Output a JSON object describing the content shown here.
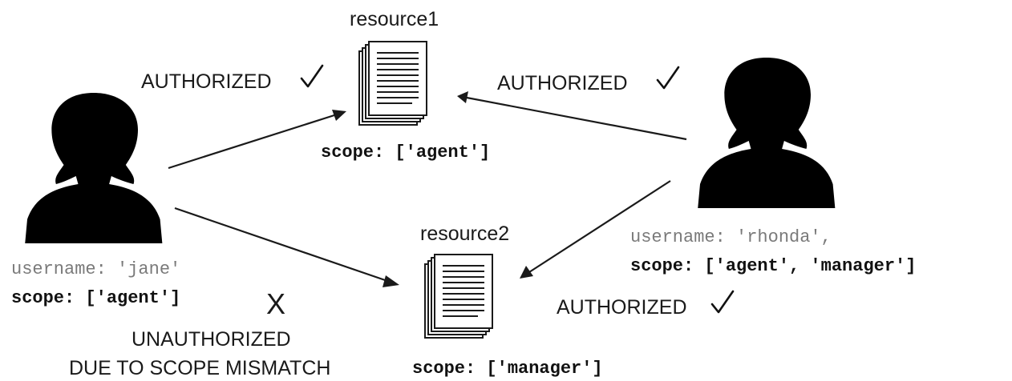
{
  "resource1": {
    "name": "resource1",
    "scope": "scope: ['agent']",
    "icon": "document-stack-icon"
  },
  "resource2": {
    "name": "resource2",
    "scope": "scope: ['manager']",
    "icon": "document-stack-icon"
  },
  "user_jane": {
    "icon": "user-silhouette-icon",
    "username": "username: 'jane'",
    "scope": "scope: ['agent']"
  },
  "user_rhonda": {
    "icon": "user-silhouette-icon",
    "username": "username: 'rhonda',",
    "scope": "scope: ['agent', 'manager']"
  },
  "arrows": [
    {
      "from": "user_jane",
      "to": "resource1",
      "label": "AUTHORIZED",
      "mark": "check"
    },
    {
      "from": "user_rhonda",
      "to": "resource1",
      "label": "AUTHORIZED",
      "mark": "check"
    },
    {
      "from": "user_rhonda",
      "to": "resource2",
      "label": "AUTHORIZED",
      "mark": "check"
    },
    {
      "from": "user_jane",
      "to": "resource2",
      "label_lines": [
        "UNAUTHORIZED",
        "DUE TO SCOPE MISMATCH"
      ],
      "mark": "X"
    }
  ]
}
